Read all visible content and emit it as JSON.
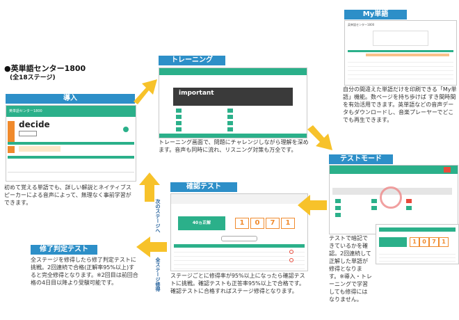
{
  "header": {
    "title": "●英単語センター1800",
    "subtitle": "(全18ステージ)"
  },
  "sections": {
    "intro": {
      "label": "導入",
      "app_title": "英単語センター1800",
      "word": "decide",
      "description": "初めて覚える単語でも、詳しい解説とネイティブスピーカーによる音声によって、無理なく事前学習ができます。"
    },
    "training": {
      "label": "トレーニング",
      "word": "important",
      "description": "トレーニング画面で、問題にチャレンジしながら理解を深めます。音声も同時に流れ、リスニング対策も万全です。"
    },
    "myword": {
      "label": "My単語",
      "app_title": "英単語センター1800",
      "description": "自分の間違えた単語だけを印刷できる「My単語」機能。数ページを持ち歩けば すき間時間を有効活用できます。英単語などの音声データもダウンロードし、音楽プレーヤーでどこでも再生できます。"
    },
    "testmode": {
      "label": "テストモード",
      "description": "テストで暗記できているかを確認。2回連続して正解した単語が修得となります。※導入・トレーニングで学習しても修得にはなりません。"
    },
    "check": {
      "label": "確認テスト",
      "score_label": "40ヵ正解",
      "digits": [
        "1",
        "0",
        "7",
        "1"
      ],
      "description": "ステージごとに修得率が95%以上になったら確認テストに挑戦。確認テストも正答率95%以上で合格です。確認テストに合格すればステージ修得となります。"
    },
    "final": {
      "label": "修了判定テスト",
      "description": "全ステージを修得したら修了判定テストに挑戦。2回連続で合格(正解率95%以上)すると完全修得となります。※2回目は前回合格の4日目以降より受験可能です。"
    }
  },
  "arrows": {
    "next_stage": "次のステージへ",
    "all_stages": "全ステージ修得"
  },
  "colors": {
    "label_blue": "#2d8fc8",
    "teal": "#2bb08a",
    "arrow_yellow": "#f7c22a",
    "orange": "#f08a2c"
  }
}
